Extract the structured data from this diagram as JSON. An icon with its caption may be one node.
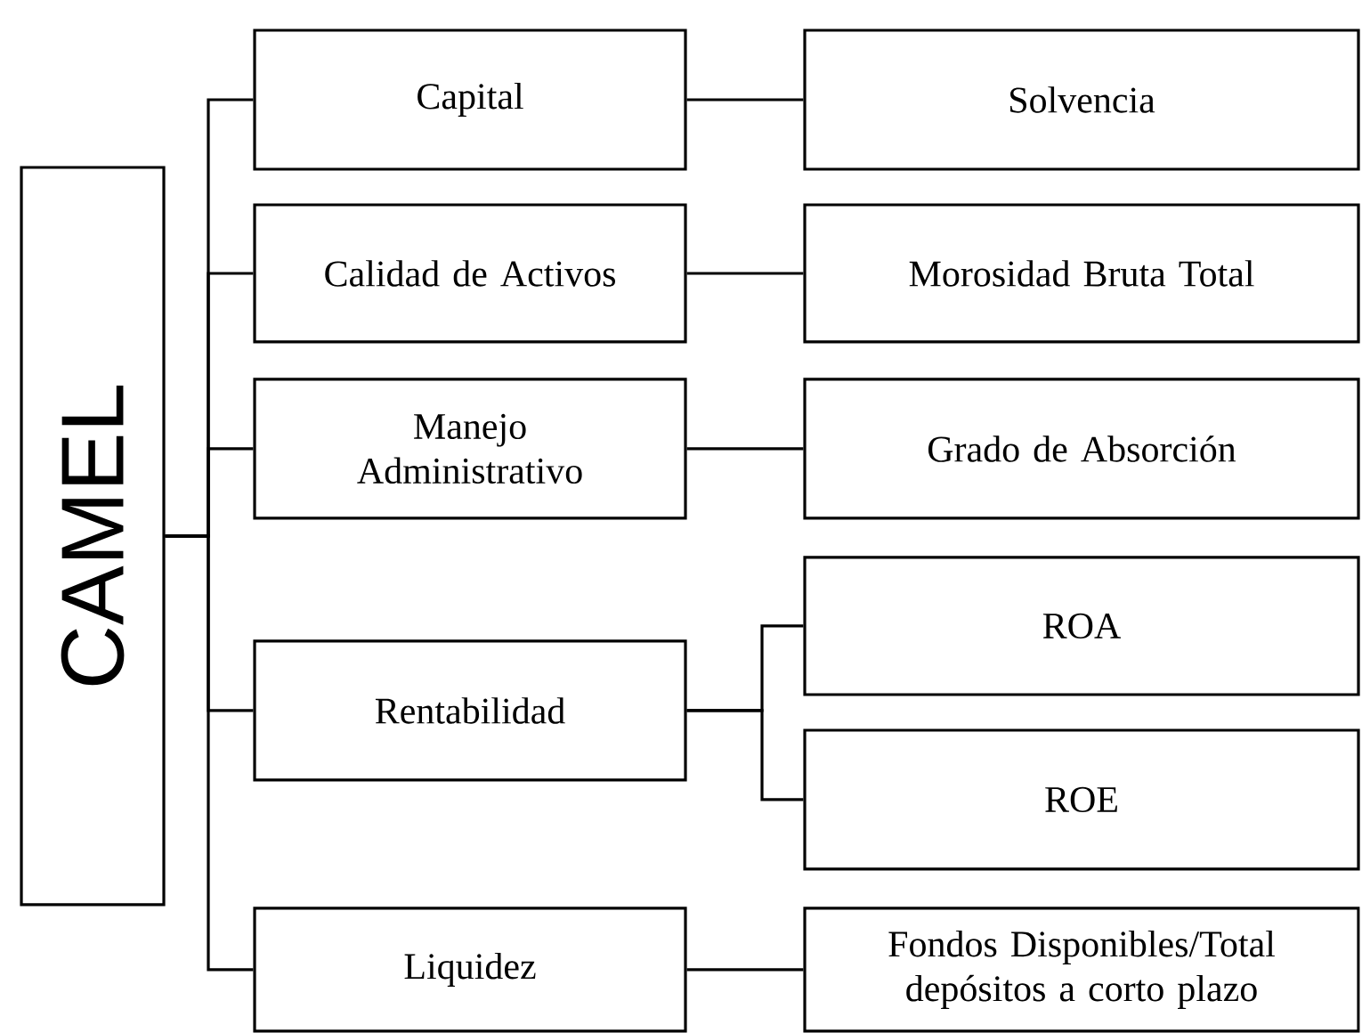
{
  "diagram": {
    "nodes": [
      {
        "text": [
          "CAMEL"
        ]
      },
      {
        "text": [
          "Capital"
        ]
      },
      {
        "text": [
          "Solvencia"
        ]
      },
      {
        "text": [
          "Calidad de Activos"
        ]
      },
      {
        "text": [
          "Morosidad Bruta Total"
        ]
      },
      {
        "text": [
          "Manejo Administrativo"
        ]
      },
      {
        "text": [
          "Grado de Absorción"
        ]
      },
      {
        "text": [
          "Rentabilidad"
        ]
      },
      {
        "text": [
          "ROA"
        ]
      },
      {
        "text": [
          "ROE"
        ]
      },
      {
        "text": [
          "Liquidez"
        ]
      },
      {
        "text": [
          "Fondos Disponibles/Total depósitos a corto plazo"
        ]
      }
    ],
    "edges": [
      {
        "from": 0,
        "to": 1,
        "arrow": "none"
      },
      {
        "from": 0,
        "to": 3,
        "arrow": "none"
      },
      {
        "from": 0,
        "to": 5,
        "arrow": "none"
      },
      {
        "from": 0,
        "to": 7,
        "arrow": "none"
      },
      {
        "from": 0,
        "to": 10,
        "arrow": "none"
      },
      {
        "from": 1,
        "to": 2,
        "arrow": "none"
      },
      {
        "from": 3,
        "to": 4,
        "arrow": "none"
      },
      {
        "from": 5,
        "to": 6,
        "arrow": "none"
      },
      {
        "from": 7,
        "to": 8,
        "arrow": "none"
      },
      {
        "from": 7,
        "to": 9,
        "arrow": "none"
      },
      {
        "from": 10,
        "to": 11,
        "arrow": "none"
      }
    ]
  }
}
